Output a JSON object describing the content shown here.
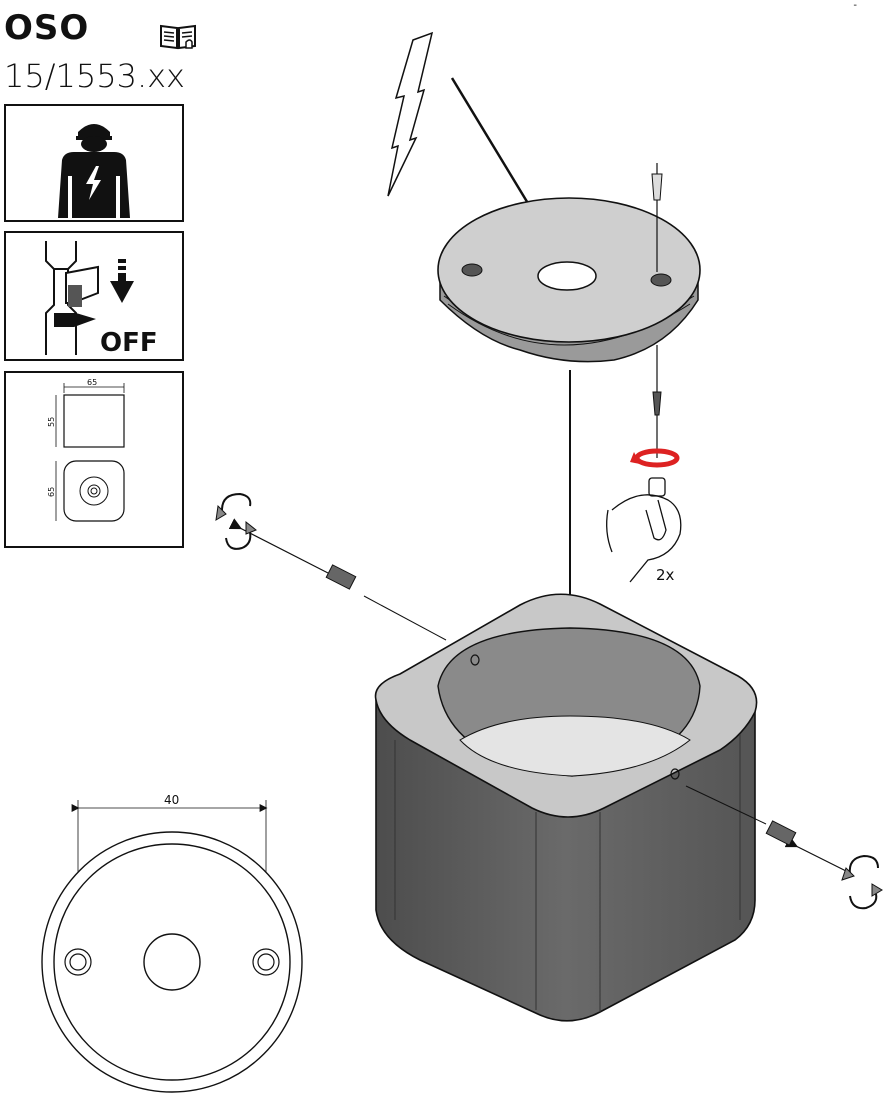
{
  "header": {
    "brand": "OSO",
    "model": "15/1553.xx",
    "manual_icon": "manual-book-icon"
  },
  "panels": {
    "electrician": {
      "icon": "qualified-electrician-icon"
    },
    "power_off": {
      "icon": "switch-off-icon",
      "label": "OFF"
    },
    "dimensions": {
      "width": "65",
      "height": "55",
      "depth": "65"
    }
  },
  "assembly": {
    "screw_count": "2x",
    "icons": [
      "lightning-icon",
      "rotate-arrows-icon",
      "screwdriver-hand-icon",
      "grub-screw-icon"
    ]
  },
  "base_plate": {
    "hole_spacing": "40"
  },
  "corner_mark": "-"
}
